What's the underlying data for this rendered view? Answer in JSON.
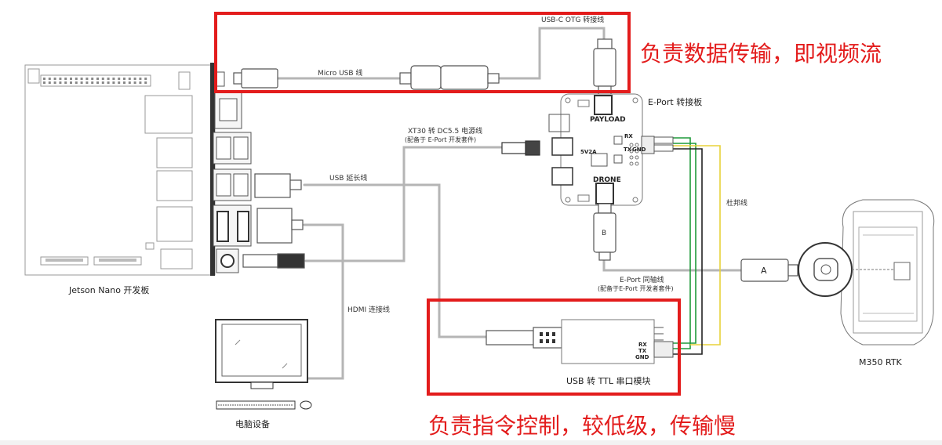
{
  "labels": {
    "usbc_otg": "USB-C OTG 转接线",
    "micro_usb": "Micro USB 线",
    "eport_board": "E-Port 转接板",
    "payload": "PAYLOAD",
    "drone": "DRONE",
    "v5_2a": "5V2A",
    "rx": "RX",
    "tx": "TX",
    "gnd": "GND",
    "xt30_line1": "XT30 转 DC5.5 电源线",
    "xt30_line2": "(配备于 E-Port 开发套件)",
    "usb_ext": "USB 延长线",
    "dupont": "杜邦线",
    "b": "B",
    "a": "A",
    "coax_line1": "E-Port 同轴线",
    "coax_line2": "(配备于E-Port 开发者套件)",
    "hdmi": "HDMI 连接线",
    "jetson": "Jetson Nano 开发板",
    "computer": "电脑设备",
    "usb_ttl": "USB 转 TTL 串口模块",
    "m350": "M350 RTK",
    "ttl_rx": "RX",
    "ttl_tx": "TX",
    "ttl_gnd": "GND"
  },
  "annotations": {
    "top": "负责数据传输，即视频流",
    "bottom": "负责指令控制，较低级，传输慢"
  },
  "colors": {
    "highlight": "#e31c1c",
    "cable": "#b5b5b5",
    "wire_green": "#1f9a3a",
    "wire_yellow": "#e8d23a",
    "wire_black": "#222222"
  }
}
